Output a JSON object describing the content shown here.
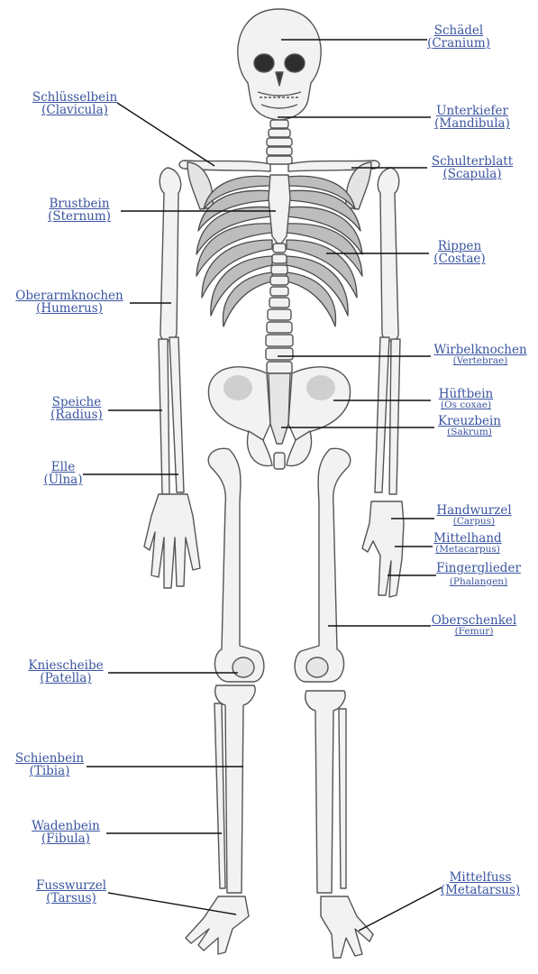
{
  "colors": {
    "link": "#3a55a0",
    "leader": "#111111",
    "bone_fill": "#f2f2f2",
    "bone_stroke": "#555555",
    "rib_fill": "#bdbdbd"
  },
  "labels": {
    "schaedel": {
      "de": "Schädel",
      "la": "(Cranium)"
    },
    "schluesselbein": {
      "de": "Schlüsselbein",
      "la": "(Clavicula)"
    },
    "unterkiefer": {
      "de": "Unterkiefer",
      "la": "(Mandibula)"
    },
    "schulterblatt": {
      "de": "Schulterblatt",
      "la": "(Scapula)"
    },
    "brustbein": {
      "de": "Brustbein",
      "la": "(Sternum)"
    },
    "rippen": {
      "de": "Rippen",
      "la": "(Costae)"
    },
    "oberarmknochen": {
      "de": "Oberarmknochen",
      "la": "(Humerus)"
    },
    "wirbelknochen": {
      "de": "Wirbelknochen",
      "la": "(Vertebrae)"
    },
    "hueftbein": {
      "de": "Hüftbein",
      "la": "(Os coxae)"
    },
    "kreuzbein": {
      "de": "Kreuzbein",
      "la": "(Sakrum)"
    },
    "speiche": {
      "de": "Speiche",
      "la": "(Radius)"
    },
    "elle": {
      "de": "Elle",
      "la": "(Ulna)"
    },
    "handwurzel": {
      "de": "Handwurzel",
      "la": "(Carpus)"
    },
    "mittelhand": {
      "de": "Mittelhand",
      "la": "(Metacarpus)"
    },
    "fingerglieder": {
      "de": "Fingerglieder",
      "la": "(Phalangen)"
    },
    "oberschenkel": {
      "de": "Oberschenkel",
      "la": "(Femur)"
    },
    "kniescheibe": {
      "de": "Kniescheibe",
      "la": "(Patella)"
    },
    "schienbein": {
      "de": "Schienbein",
      "la": "(Tibia)"
    },
    "wadenbein": {
      "de": "Wadenbein",
      "la": "(Fibula)"
    },
    "fusswurzel": {
      "de": "Fusswurzel",
      "la": "(Tarsus)"
    },
    "mittelfuss": {
      "de": "Mittelfuss",
      "la": "(Metatarsus)"
    }
  }
}
